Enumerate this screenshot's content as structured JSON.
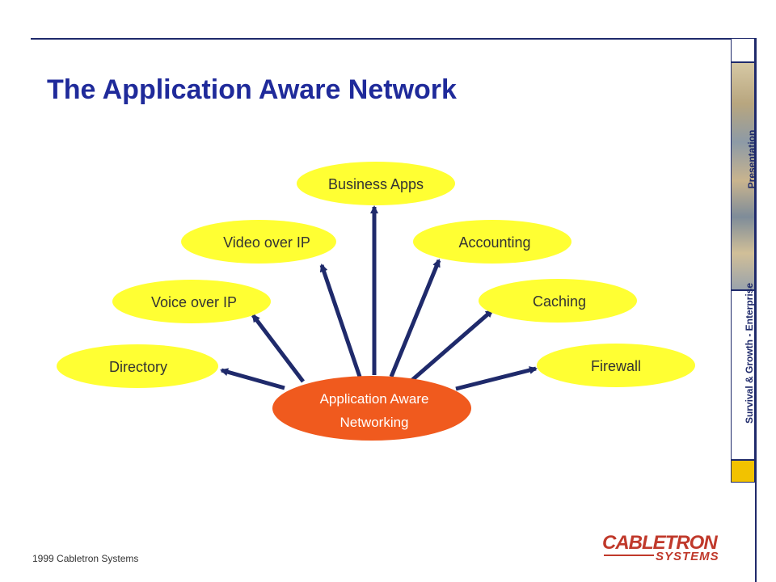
{
  "slide": {
    "title": "The Application Aware Network",
    "footer": "1999 Cabletron Systems"
  },
  "sidebar": {
    "section_upper": "Presentation",
    "section_lower": "Survival & Growth - Enterprise"
  },
  "logo": {
    "brand": "CABLETRON",
    "sub": "SYSTEMS"
  },
  "diagram": {
    "hub": {
      "line1": "Application Aware",
      "line2": "Networking"
    },
    "nodes": [
      "Directory",
      "Voice over IP",
      "Video over IP",
      "Business Apps",
      "Accounting",
      "Caching",
      "Firewall"
    ],
    "colors": {
      "node_fill": "#ffff33",
      "hub_fill": "#f05a1e",
      "arrow": "#1f2a6b",
      "title": "#1f2a9a"
    }
  }
}
